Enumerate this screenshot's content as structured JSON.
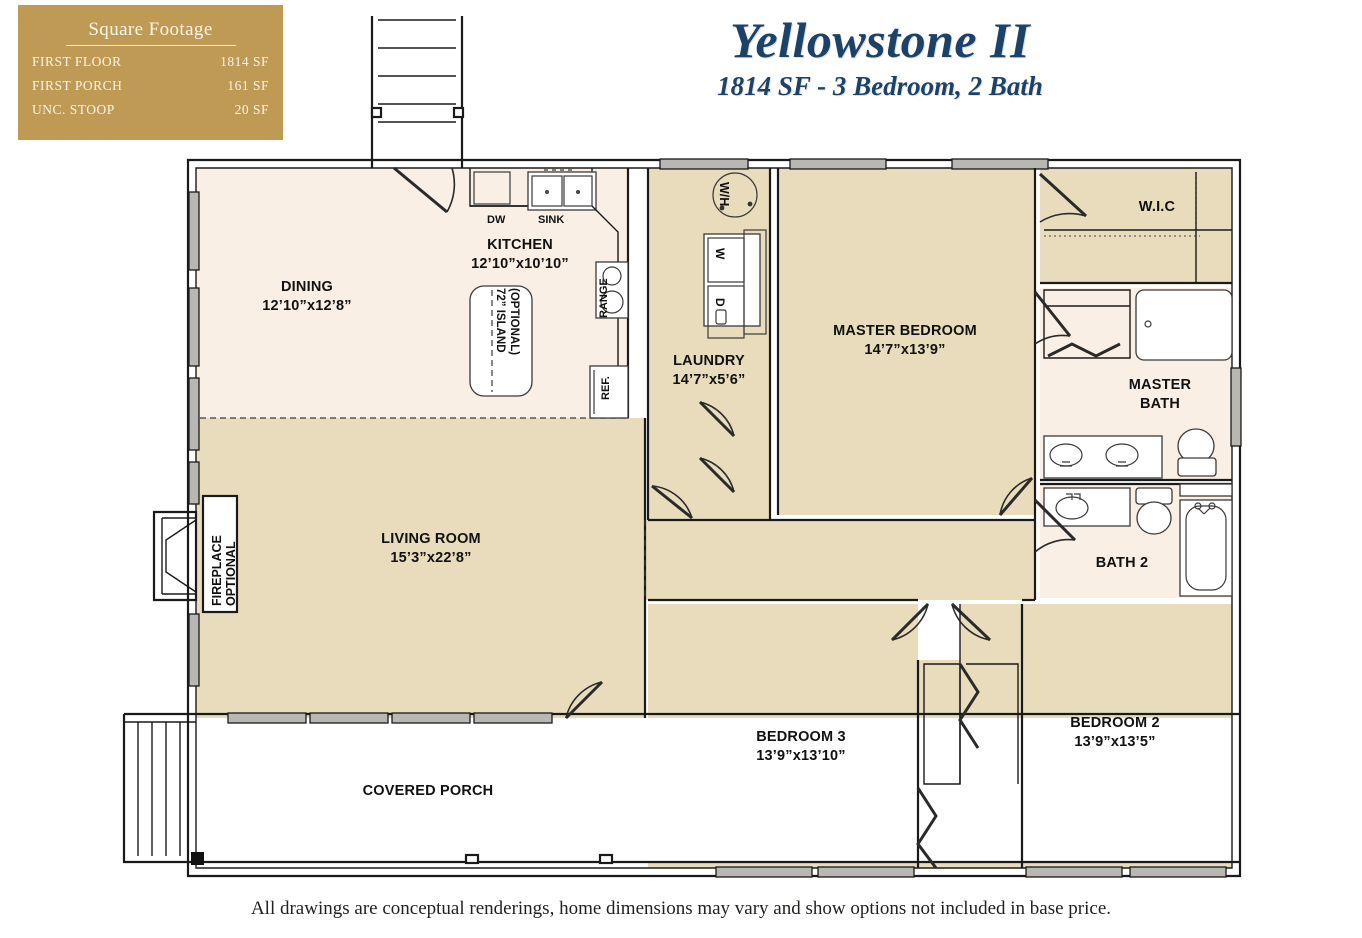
{
  "square_footage": {
    "title": "Square Footage",
    "rows": [
      {
        "label": "FIRST FLOOR",
        "value": "1814 SF"
      },
      {
        "label": "FIRST PORCH",
        "value": "161 SF"
      },
      {
        "label": "UNC. STOOP",
        "value": "20 SF"
      }
    ]
  },
  "header": {
    "title": "Yellowstone II",
    "subtitle": "1814 SF - 3 Bedroom, 2 Bath"
  },
  "footer": {
    "disclaimer": "All drawings are conceptual renderings, home dimensions may vary and show options not included in base price."
  },
  "rooms": [
    {
      "name": "DINING",
      "dims": "12’10”x12’8”"
    },
    {
      "name": "KITCHEN",
      "dims": "12’10”x10’10”"
    },
    {
      "name": "LAUNDRY",
      "dims": "14’7”x5’6”"
    },
    {
      "name": "MASTER BEDROOM",
      "dims": "14’7”x13’9”"
    },
    {
      "name": "LIVING ROOM",
      "dims": "15’3”x22’8”"
    },
    {
      "name": "BEDROOM 3",
      "dims": "13’9”x13’10”"
    },
    {
      "name": "BEDROOM 2",
      "dims": "13’9”x13’5”"
    },
    {
      "name": "W.I.C",
      "dims": ""
    },
    {
      "name": "MASTER",
      "dims": "BATH"
    },
    {
      "name": "BATH 2",
      "dims": ""
    },
    {
      "name": "COVERED PORCH",
      "dims": ""
    }
  ],
  "fixtures": {
    "dw": "DW",
    "sink": "SINK",
    "range": "RANGE",
    "ref": "REF.",
    "island_line1": "(OPTIONAL)",
    "island_line2": "72” ISLAND",
    "washer": "W",
    "dryer": "D",
    "water_heater": "W/H",
    "fireplace_line1": "OPTIONAL",
    "fireplace_line2": "FIREPLACE"
  },
  "colors": {
    "gold_box": "#bf9a54",
    "title_navy": "#1d4267",
    "floor_tan": "#e8dcbc",
    "floor_cream": "#faefe4",
    "wall": "#1a1a1a",
    "porch_white": "#ffffff"
  }
}
